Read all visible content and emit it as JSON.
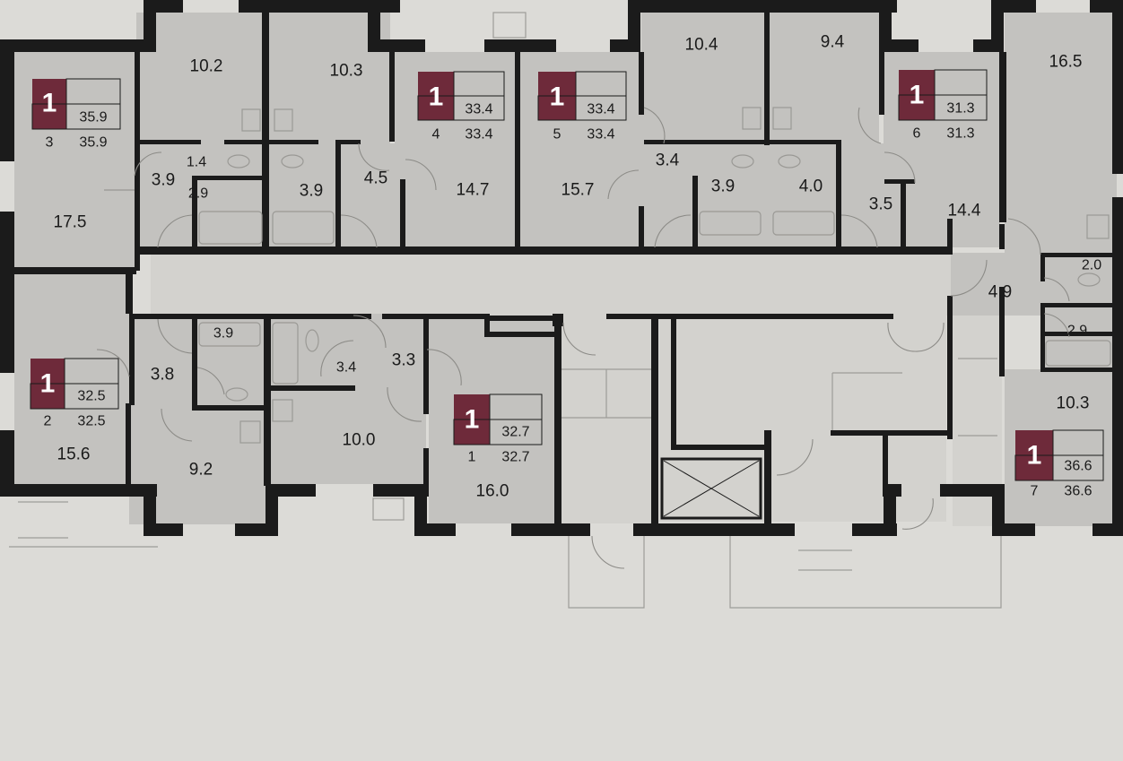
{
  "colors": {
    "background": "#dcdbd7",
    "room_fill": "#c3c2bf",
    "wall": "#1b1b1b",
    "badge": "#6e2a3a"
  },
  "rooms": [
    {
      "id": "r1",
      "label": "10.2"
    },
    {
      "id": "r2",
      "label": "10.3"
    },
    {
      "id": "r3",
      "label": "10.4"
    },
    {
      "id": "r4",
      "label": "9.4"
    },
    {
      "id": "r5",
      "label": "16.5"
    },
    {
      "id": "r6",
      "label": "1.4"
    },
    {
      "id": "r7",
      "label": "3.9"
    },
    {
      "id": "r8",
      "label": "2.9"
    },
    {
      "id": "r9",
      "label": "3.9"
    },
    {
      "id": "r10",
      "label": "4.5"
    },
    {
      "id": "r11",
      "label": "14.7"
    },
    {
      "id": "r12",
      "label": "15.7"
    },
    {
      "id": "r13",
      "label": "3.4"
    },
    {
      "id": "r14",
      "label": "3.9"
    },
    {
      "id": "r15",
      "label": "4.0"
    },
    {
      "id": "r16",
      "label": "3.5"
    },
    {
      "id": "r17",
      "label": "14.4"
    },
    {
      "id": "r18",
      "label": "17.5"
    },
    {
      "id": "r19",
      "label": "2.0"
    },
    {
      "id": "r20",
      "label": "4.9"
    },
    {
      "id": "r21",
      "label": "2.9"
    },
    {
      "id": "r22",
      "label": "3.9"
    },
    {
      "id": "r23",
      "label": "3.8"
    },
    {
      "id": "r24",
      "label": "3.4"
    },
    {
      "id": "r25",
      "label": "3.3"
    },
    {
      "id": "r26",
      "label": "10.3"
    },
    {
      "id": "r27",
      "label": "10.0"
    },
    {
      "id": "r28",
      "label": "15.6"
    },
    {
      "id": "r29",
      "label": "9.2"
    },
    {
      "id": "r30",
      "label": "16.0"
    }
  ],
  "apartments": [
    {
      "id": "apt3",
      "rooms": "1",
      "number": "3",
      "area_top": "35.9",
      "area_bottom": "35.9"
    },
    {
      "id": "apt4",
      "rooms": "1",
      "number": "4",
      "area_top": "33.4",
      "area_bottom": "33.4"
    },
    {
      "id": "apt5",
      "rooms": "1",
      "number": "5",
      "area_top": "33.4",
      "area_bottom": "33.4"
    },
    {
      "id": "apt6",
      "rooms": "1",
      "number": "6",
      "area_top": "31.3",
      "area_bottom": "31.3"
    },
    {
      "id": "apt2",
      "rooms": "1",
      "number": "2",
      "area_top": "32.5",
      "area_bottom": "32.5"
    },
    {
      "id": "apt1",
      "rooms": "1",
      "number": "1",
      "area_top": "32.7",
      "area_bottom": "32.7"
    },
    {
      "id": "apt7",
      "rooms": "1",
      "number": "7",
      "area_top": "36.6",
      "area_bottom": "36.6"
    }
  ]
}
